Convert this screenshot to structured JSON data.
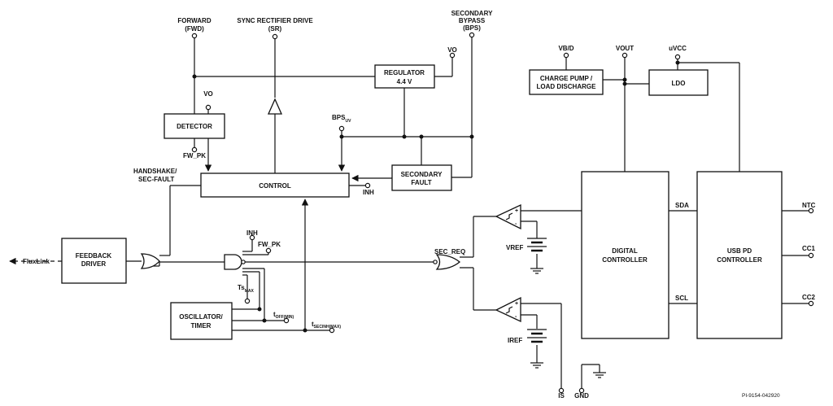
{
  "labels": {
    "forward": "FORWARD",
    "forward_abbr": "(FWD)",
    "sr": "SYNC RECTIFIER DRIVE",
    "sr_abbr": "(SR)",
    "sec_bypass_1": "SECONDARY",
    "sec_bypass_2": "BYPASS",
    "sec_bypass_3": "(BPS)",
    "vo_reg": "VO",
    "vo_det": "VO",
    "bps_uv": "BPS",
    "bps_uv_sub": "UV",
    "fw_pk": "FW_PK",
    "fw_pk2": "FW_PK",
    "handshake": "HANDSHAKE/",
    "sec_fault": "SEC-FAULT",
    "inh": "INH",
    "inh2": "INH",
    "fluxlink": "FluxLink",
    "tsmax": "Ts",
    "tsmax_sub": "MAX",
    "toff": "t",
    "toff_sub": "OFF(MIN)",
    "tsecinh": "t",
    "tsecinh_sub": "SECINH(MAX)",
    "sec_req": "SEC_REQ",
    "vref": "VREF",
    "iref": "IREF",
    "is": "IS",
    "gnd": "GND",
    "vbd": "VB/D",
    "vout": "VOUT",
    "uvcc": "uVCC",
    "sda": "SDA",
    "scl": "SCL",
    "ntc": "NTC",
    "cc1": "CC1",
    "cc2": "CC2",
    "part": "PI-9154-042920"
  },
  "blocks": {
    "regulator_1": "REGULATOR",
    "regulator_2": "4.4 V",
    "detector": "DETECTOR",
    "control": "CONTROL",
    "secondary_fault_1": "SECONDARY",
    "secondary_fault_2": "FAULT",
    "feedback_1": "FEEDBACK",
    "feedback_2": "DRIVER",
    "oscillator_1": "OSCILLATOR/",
    "oscillator_2": "TIMER",
    "charge_pump_1": "CHARGE PUMP /",
    "charge_pump_2": "LOAD DISCHARGE",
    "ldo": "LDO",
    "digital_1": "DIGITAL",
    "digital_2": "CONTROLLER",
    "usbpd_1": "USB PD",
    "usbpd_2": "CONTROLLER"
  }
}
